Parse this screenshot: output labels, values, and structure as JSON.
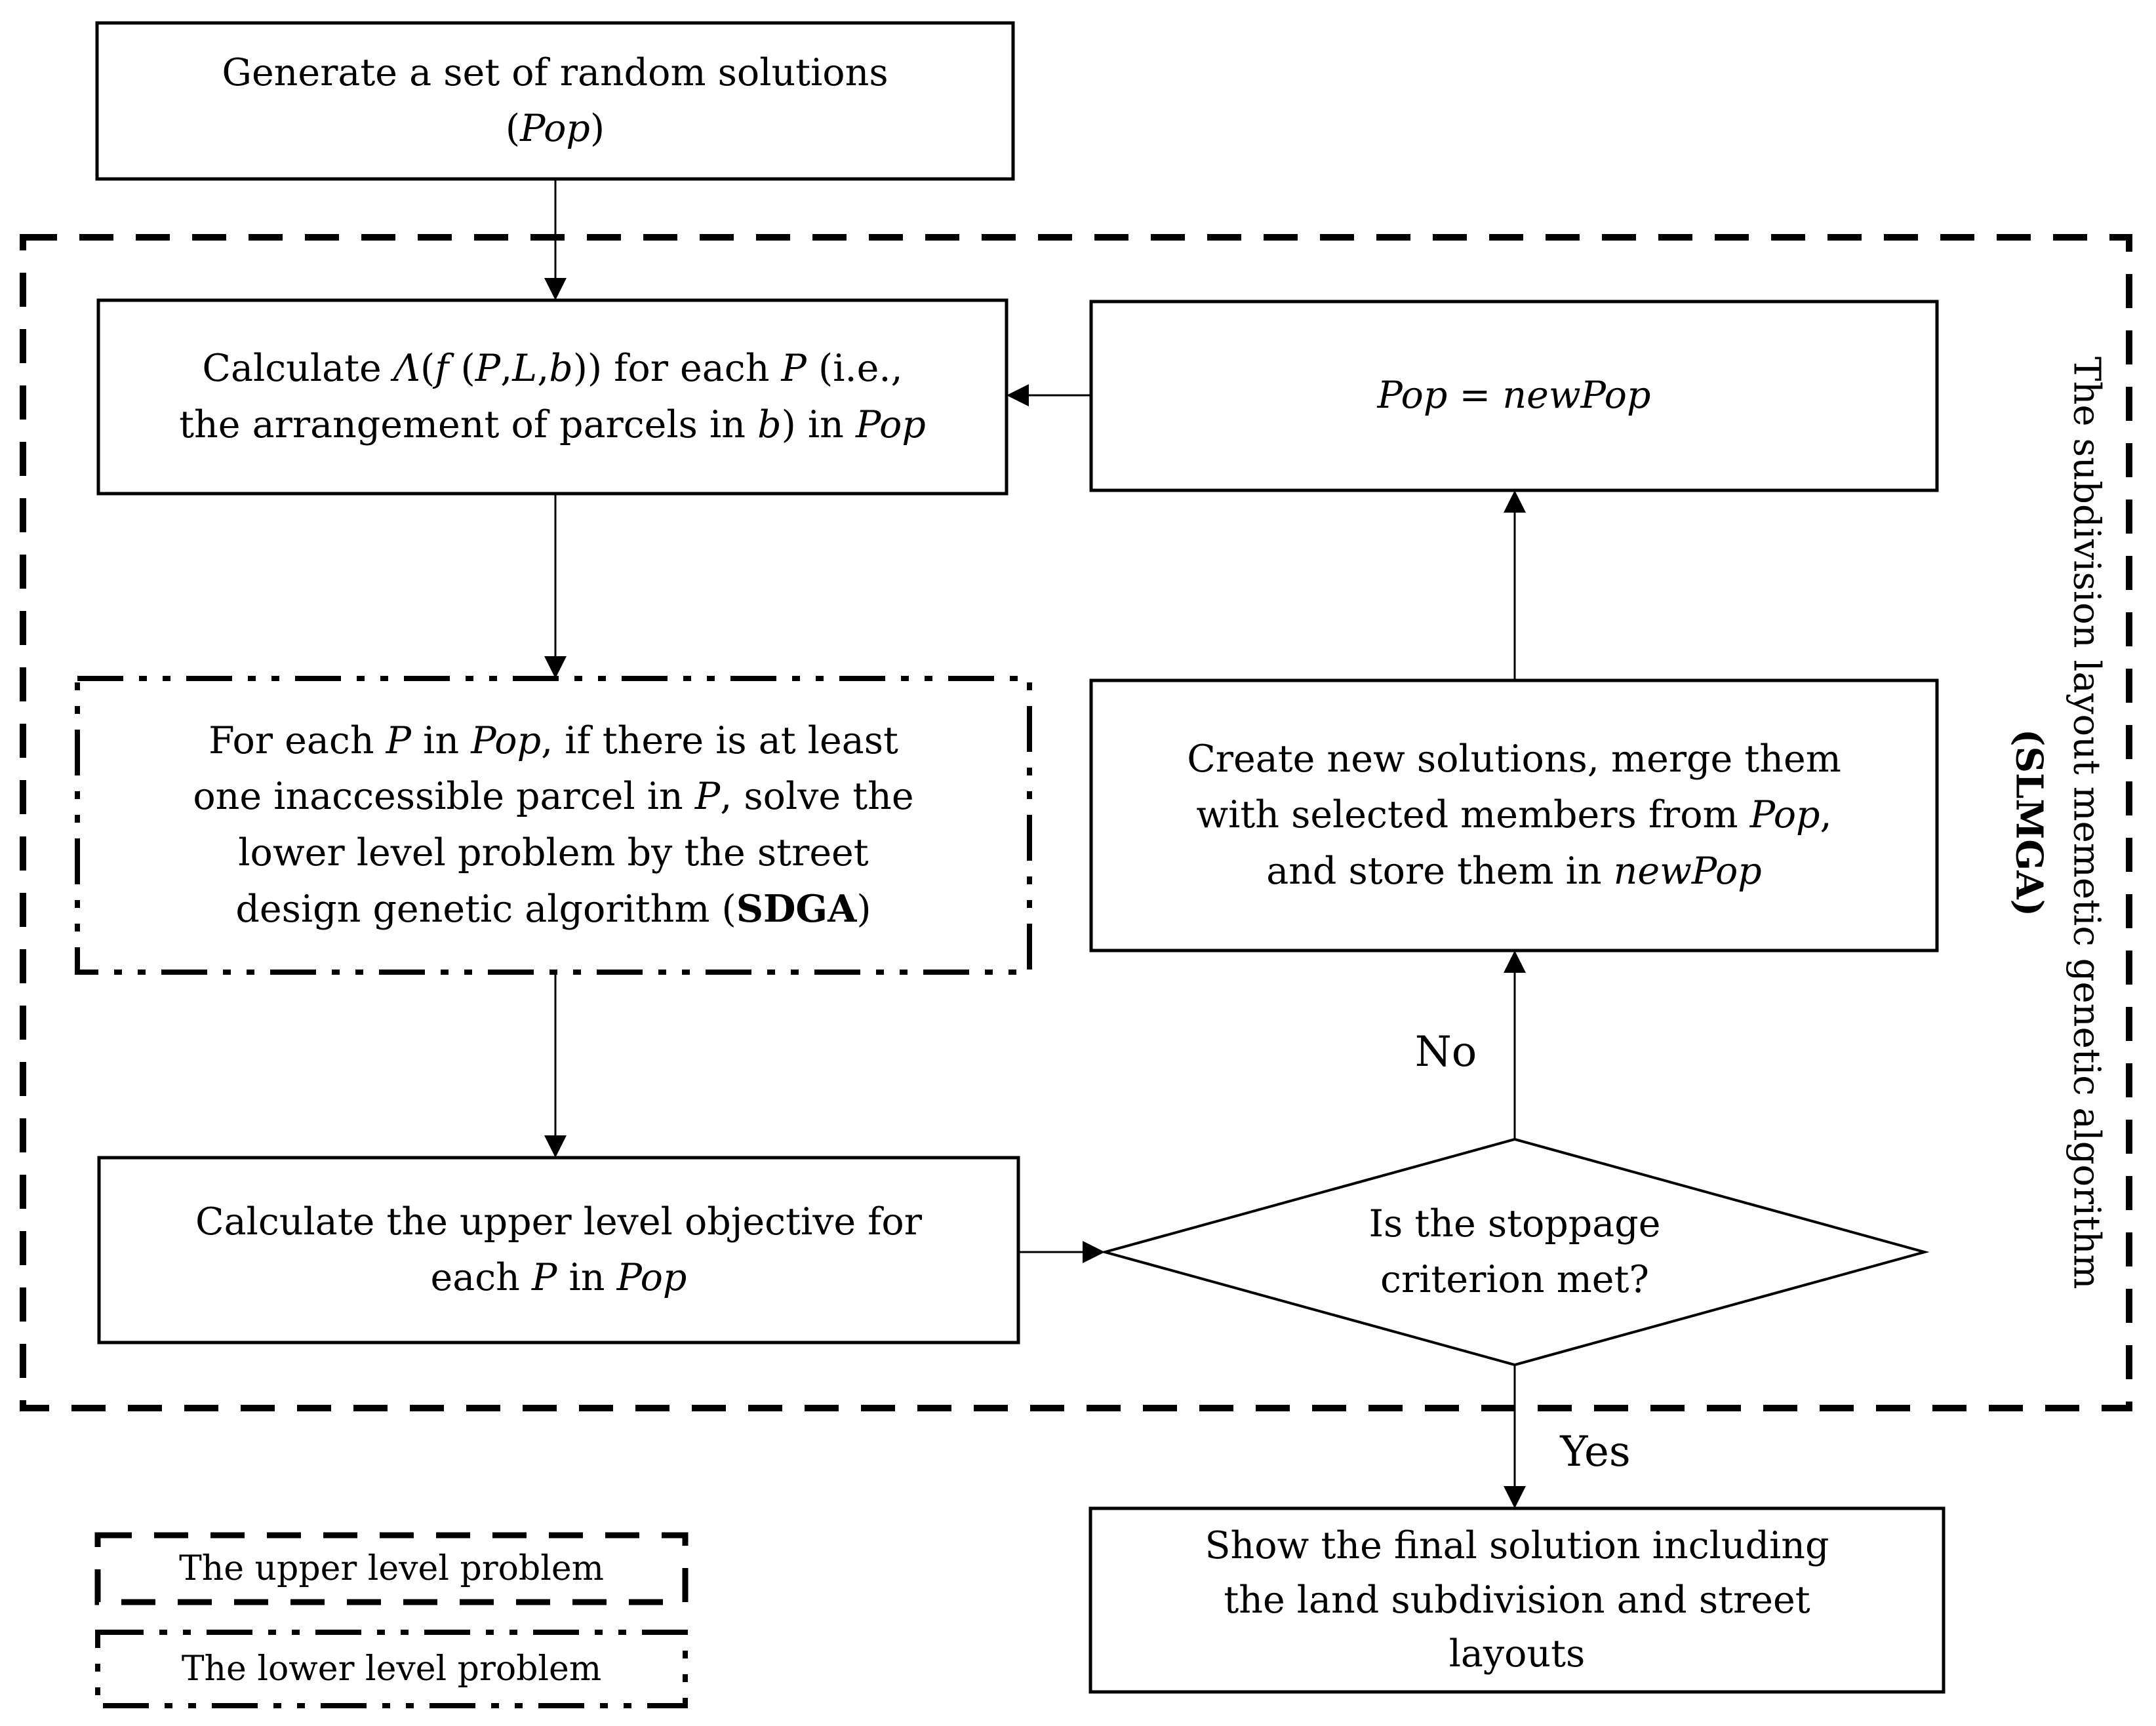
{
  "colors": {
    "ink": "#000000",
    "paper": "#ffffff"
  },
  "nodes": {
    "generate": {
      "segments": [
        {
          "t": "Generate a set of random solutions"
        },
        {
          "br": true
        },
        {
          "t": "("
        },
        {
          "t": "Pop",
          "i": true
        },
        {
          "t": ")"
        }
      ]
    },
    "calculate_fitness": {
      "segments": [
        {
          "t": "Calculate "
        },
        {
          "t": "Λ",
          "i": true
        },
        {
          "t": "("
        },
        {
          "t": "f",
          "i": true
        },
        {
          "t": " ("
        },
        {
          "t": "P",
          "i": true
        },
        {
          "t": ","
        },
        {
          "t": "L",
          "i": true
        },
        {
          "t": ","
        },
        {
          "t": "b",
          "i": true
        },
        {
          "t": ")) for each "
        },
        {
          "t": "P",
          "i": true
        },
        {
          "t": " (i.e.,"
        },
        {
          "br": true
        },
        {
          "t": "the arrangement of parcels in "
        },
        {
          "t": "b",
          "i": true
        },
        {
          "t": ") in "
        },
        {
          "t": "Pop",
          "i": true
        }
      ]
    },
    "sdga": {
      "segments": [
        {
          "t": "For each "
        },
        {
          "t": "P",
          "i": true
        },
        {
          "t": " in "
        },
        {
          "t": "Pop",
          "i": true
        },
        {
          "t": ", if there is at least"
        },
        {
          "br": true
        },
        {
          "t": "one inaccessible parcel in "
        },
        {
          "t": "P",
          "i": true
        },
        {
          "t": ", solve the"
        },
        {
          "br": true
        },
        {
          "t": "lower level problem by the street"
        },
        {
          "br": true
        },
        {
          "t": "design genetic algorithm ("
        },
        {
          "t": "SDGA",
          "b": true
        },
        {
          "t": ")"
        }
      ]
    },
    "upper_objective": {
      "segments": [
        {
          "t": "Calculate the upper level objective for"
        },
        {
          "br": true
        },
        {
          "t": "each "
        },
        {
          "t": "P",
          "i": true
        },
        {
          "t": " in "
        },
        {
          "t": "Pop",
          "i": true
        }
      ]
    },
    "pop_assign": {
      "segments": [
        {
          "t": "Pop",
          "i": true
        },
        {
          "t": " = "
        },
        {
          "t": "newPop",
          "i": true
        }
      ]
    },
    "create_new_solutions": {
      "segments": [
        {
          "t": "Create new solutions, merge them"
        },
        {
          "br": true
        },
        {
          "t": "with selected members from "
        },
        {
          "t": "Pop",
          "i": true
        },
        {
          "t": ","
        },
        {
          "br": true
        },
        {
          "t": "and store them in "
        },
        {
          "t": "newPop",
          "i": true
        }
      ]
    },
    "decision": {
      "segments": [
        {
          "t": "Is the stoppage"
        },
        {
          "br": true
        },
        {
          "t": "criterion met?"
        }
      ]
    },
    "final_solution": {
      "segments": [
        {
          "t": "Show the final solution including"
        },
        {
          "br": true
        },
        {
          "t": "the land subdivision and street"
        },
        {
          "br": true
        },
        {
          "t": "layouts"
        }
      ]
    }
  },
  "edge_labels": {
    "no": "No",
    "yes": "Yes"
  },
  "side_label": {
    "segments": [
      {
        "t": "The subdivision layout memetic genetic algorithm"
      },
      {
        "br": true
      },
      {
        "t": "(SLMGA)",
        "b": true
      }
    ]
  },
  "legend": {
    "upper_label": "The upper level problem",
    "lower_label": "The lower level problem"
  }
}
